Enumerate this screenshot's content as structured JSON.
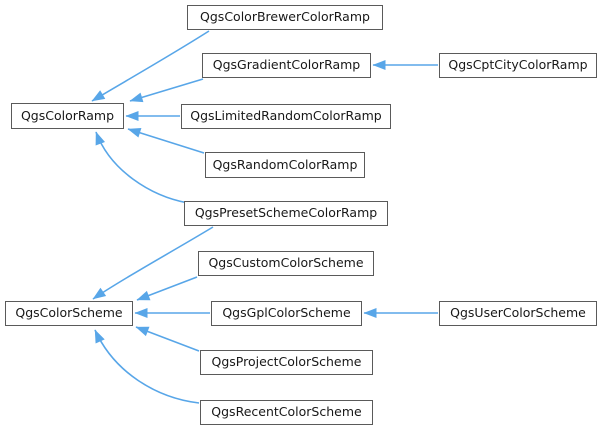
{
  "diagram": {
    "type": "class-inheritance-graph",
    "nodes": [
      {
        "id": "QgsColorBrewerColorRamp",
        "label": "QgsColorBrewerColorRamp"
      },
      {
        "id": "QgsGradientColorRamp",
        "label": "QgsGradientColorRamp"
      },
      {
        "id": "QgsCptCityColorRamp",
        "label": "QgsCptCityColorRamp"
      },
      {
        "id": "QgsColorRamp",
        "label": "QgsColorRamp"
      },
      {
        "id": "QgsLimitedRandomColorRamp",
        "label": "QgsLimitedRandomColorRamp"
      },
      {
        "id": "QgsRandomColorRamp",
        "label": "QgsRandomColorRamp"
      },
      {
        "id": "QgsPresetSchemeColorRamp",
        "label": "QgsPresetSchemeColorRamp"
      },
      {
        "id": "QgsCustomColorScheme",
        "label": "QgsCustomColorScheme"
      },
      {
        "id": "QgsColorScheme",
        "label": "QgsColorScheme"
      },
      {
        "id": "QgsGplColorScheme",
        "label": "QgsGplColorScheme"
      },
      {
        "id": "QgsUserColorScheme",
        "label": "QgsUserColorScheme"
      },
      {
        "id": "QgsProjectColorScheme",
        "label": "QgsProjectColorScheme"
      },
      {
        "id": "QgsRecentColorScheme",
        "label": "QgsRecentColorScheme"
      }
    ],
    "edges": [
      {
        "from": "QgsColorBrewerColorRamp",
        "to": "QgsColorRamp"
      },
      {
        "from": "QgsGradientColorRamp",
        "to": "QgsColorRamp"
      },
      {
        "from": "QgsLimitedRandomColorRamp",
        "to": "QgsColorRamp"
      },
      {
        "from": "QgsRandomColorRamp",
        "to": "QgsColorRamp"
      },
      {
        "from": "QgsPresetSchemeColorRamp",
        "to": "QgsColorRamp"
      },
      {
        "from": "QgsCptCityColorRamp",
        "to": "QgsGradientColorRamp"
      },
      {
        "from": "QgsPresetSchemeColorRamp",
        "to": "QgsColorScheme"
      },
      {
        "from": "QgsCustomColorScheme",
        "to": "QgsColorScheme"
      },
      {
        "from": "QgsGplColorScheme",
        "to": "QgsColorScheme"
      },
      {
        "from": "QgsProjectColorScheme",
        "to": "QgsColorScheme"
      },
      {
        "from": "QgsRecentColorScheme",
        "to": "QgsColorScheme"
      },
      {
        "from": "QgsUserColorScheme",
        "to": "QgsGplColorScheme"
      }
    ]
  },
  "colors": {
    "edge": "#58a6e8",
    "box_border": "#5a5a5a",
    "box_fill": "#ffffff",
    "text": "#181818",
    "bg": "#ffffff"
  }
}
